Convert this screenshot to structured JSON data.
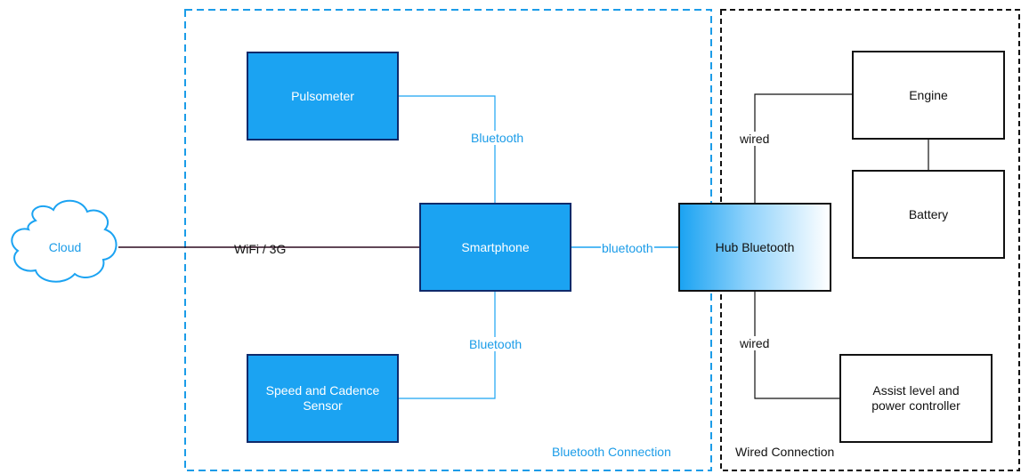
{
  "diagram": {
    "nodes": {
      "cloud": "Cloud",
      "pulsometer": "Pulsometer",
      "smartphone": "Smartphone",
      "speed_sensor": "Speed and Cadence Sensor",
      "hub": "Hub Bluetooth",
      "engine": "Engine",
      "battery": "Battery",
      "assist": "Assist level and power controller"
    },
    "edge_labels": {
      "cloud_smartphone": "WiFi / 3G",
      "pulsometer_smartphone": "Bluetooth",
      "sensor_smartphone": "Bluetooth",
      "smartphone_hub": "bluetooth",
      "hub_engine": "wired",
      "hub_assist": "wired"
    },
    "regions": {
      "bluetooth": "Bluetooth Connection",
      "wired": "Wired Connection"
    },
    "edges": [
      {
        "from": "cloud",
        "to": "smartphone",
        "label": "WiFi / 3G"
      },
      {
        "from": "pulsometer",
        "to": "smartphone",
        "label": "Bluetooth"
      },
      {
        "from": "speed_sensor",
        "to": "smartphone",
        "label": "Bluetooth"
      },
      {
        "from": "smartphone",
        "to": "hub",
        "label": "bluetooth"
      },
      {
        "from": "hub",
        "to": "engine",
        "label": "wired"
      },
      {
        "from": "engine",
        "to": "battery",
        "label": ""
      },
      {
        "from": "hub",
        "to": "assist",
        "label": "wired"
      }
    ],
    "colors": {
      "node_blue": "#1ba3f2",
      "node_blue_border": "#0f2a6b",
      "bluetooth_accent": "#1b9ce8",
      "cloud_line": "#2d0a1e",
      "wired_black": "#111111"
    }
  }
}
